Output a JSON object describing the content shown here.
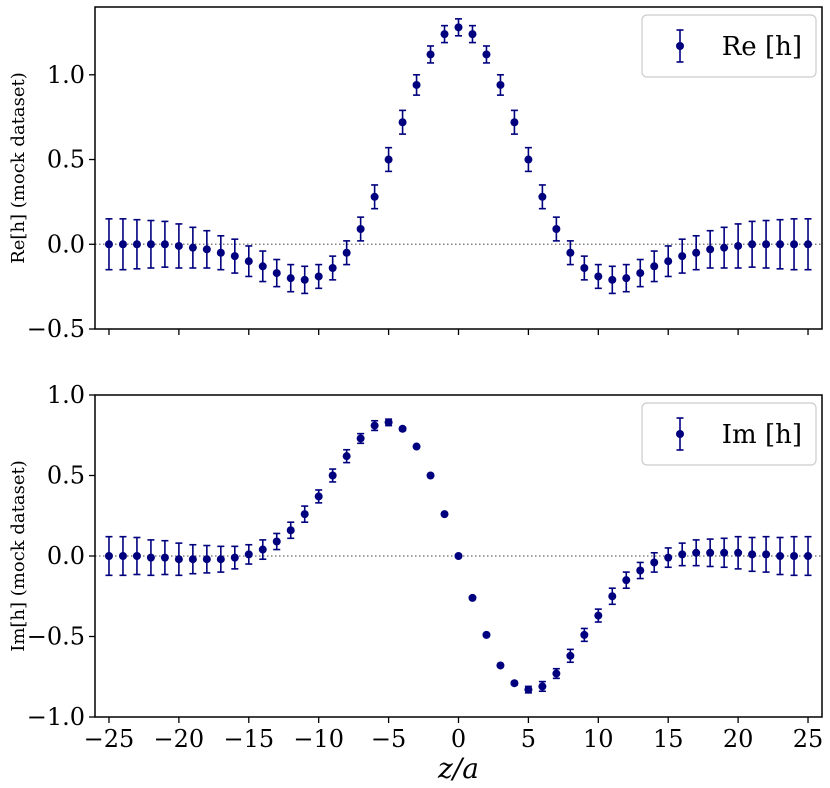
{
  "chart_data": [
    {
      "type": "scatter",
      "error_bars": true,
      "ylabel": "Re[h] (mock dataset)",
      "xlabel": "",
      "xlim": [
        -26,
        26
      ],
      "ylim": [
        -0.5,
        1.4
      ],
      "xticks": [
        -25,
        -20,
        -15,
        -10,
        -5,
        0,
        5,
        10,
        15,
        20,
        25
      ],
      "xtick_labels_visible": false,
      "yticks": [
        -0.5,
        0.0,
        0.5,
        1.0
      ],
      "ytick_labels": [
        "−0.5",
        "0.0",
        "0.5",
        "1.0"
      ],
      "reference_line": {
        "y": 0,
        "style": "dotted",
        "color": "#808080"
      },
      "legend": {
        "label": "Re [h]",
        "placement": "top-right"
      },
      "grid": false,
      "series": [
        {
          "name": "Re [h]",
          "color": "#00007f",
          "x": [
            -25,
            -24,
            -23,
            -22,
            -21,
            -20,
            -19,
            -18,
            -17,
            -16,
            -15,
            -14,
            -13,
            -12,
            -11,
            -10,
            -9,
            -8,
            -7,
            -6,
            -5,
            -4,
            -3,
            -2,
            -1,
            0,
            1,
            2,
            3,
            4,
            5,
            6,
            7,
            8,
            9,
            10,
            11,
            12,
            13,
            14,
            15,
            16,
            17,
            18,
            19,
            20,
            21,
            22,
            23,
            24,
            25
          ],
          "y": [
            0.0,
            0.0,
            0.0,
            0.0,
            0.0,
            -0.01,
            -0.02,
            -0.03,
            -0.05,
            -0.07,
            -0.1,
            -0.13,
            -0.17,
            -0.2,
            -0.21,
            -0.19,
            -0.14,
            -0.05,
            0.09,
            0.28,
            0.5,
            0.72,
            0.94,
            1.12,
            1.24,
            1.28,
            1.24,
            1.12,
            0.94,
            0.72,
            0.5,
            0.28,
            0.09,
            -0.05,
            -0.14,
            -0.19,
            -0.21,
            -0.2,
            -0.17,
            -0.13,
            -0.1,
            -0.07,
            -0.05,
            -0.03,
            -0.02,
            -0.01,
            0.0,
            0.0,
            0.0,
            0.0,
            0.0
          ],
          "yerr": [
            0.15,
            0.15,
            0.145,
            0.14,
            0.135,
            0.13,
            0.12,
            0.11,
            0.1,
            0.1,
            0.09,
            0.09,
            0.08,
            0.08,
            0.08,
            0.07,
            0.07,
            0.07,
            0.07,
            0.07,
            0.07,
            0.07,
            0.06,
            0.05,
            0.05,
            0.05,
            0.05,
            0.05,
            0.06,
            0.07,
            0.07,
            0.07,
            0.07,
            0.07,
            0.07,
            0.07,
            0.08,
            0.08,
            0.08,
            0.09,
            0.09,
            0.1,
            0.1,
            0.11,
            0.12,
            0.13,
            0.135,
            0.14,
            0.145,
            0.15,
            0.15
          ]
        }
      ]
    },
    {
      "type": "scatter",
      "error_bars": true,
      "ylabel": "Im[h] (mock dataset)",
      "xlabel": "z/a",
      "xlim": [
        -26,
        26
      ],
      "ylim": [
        -1.0,
        1.0
      ],
      "xticks": [
        -25,
        -20,
        -15,
        -10,
        -5,
        0,
        5,
        10,
        15,
        20,
        25
      ],
      "xtick_labels": [
        "−25",
        "−20",
        "−15",
        "−10",
        "−5",
        "0",
        "5",
        "10",
        "15",
        "20",
        "25"
      ],
      "yticks": [
        -1.0,
        -0.5,
        0.0,
        0.5,
        1.0
      ],
      "ytick_labels": [
        "−1.0",
        "−0.5",
        "0.0",
        "0.5",
        "1.0"
      ],
      "reference_line": {
        "y": 0,
        "style": "dotted",
        "color": "#808080"
      },
      "legend": {
        "label": "Im [h]",
        "placement": "top-right"
      },
      "grid": false,
      "series": [
        {
          "name": "Im [h]",
          "color": "#00007f",
          "x": [
            -25,
            -24,
            -23,
            -22,
            -21,
            -20,
            -19,
            -18,
            -17,
            -16,
            -15,
            -14,
            -13,
            -12,
            -11,
            -10,
            -9,
            -8,
            -7,
            -6,
            -5,
            -4,
            -3,
            -2,
            -1,
            0,
            1,
            2,
            3,
            4,
            5,
            6,
            7,
            8,
            9,
            10,
            11,
            12,
            13,
            14,
            15,
            16,
            17,
            18,
            19,
            20,
            21,
            22,
            23,
            24,
            25
          ],
          "y": [
            0.0,
            0.0,
            0.0,
            -0.01,
            -0.01,
            -0.02,
            -0.02,
            -0.02,
            -0.02,
            -0.01,
            0.01,
            0.04,
            0.09,
            0.16,
            0.26,
            0.37,
            0.5,
            0.62,
            0.73,
            0.81,
            0.83,
            0.79,
            0.68,
            0.5,
            0.26,
            0.0,
            -0.26,
            -0.49,
            -0.68,
            -0.79,
            -0.83,
            -0.81,
            -0.73,
            -0.62,
            -0.49,
            -0.37,
            -0.25,
            -0.15,
            -0.09,
            -0.04,
            -0.01,
            0.01,
            0.02,
            0.02,
            0.02,
            0.02,
            0.01,
            0.01,
            0.0,
            0.0,
            0.0
          ],
          "yerr": [
            0.12,
            0.12,
            0.115,
            0.11,
            0.105,
            0.1,
            0.09,
            0.085,
            0.08,
            0.07,
            0.06,
            0.06,
            0.05,
            0.05,
            0.05,
            0.04,
            0.04,
            0.04,
            0.03,
            0.03,
            0.02,
            0.01,
            0.0,
            0.0,
            0.0,
            0.0,
            0.0,
            0.0,
            0.0,
            0.01,
            0.02,
            0.03,
            0.03,
            0.04,
            0.04,
            0.04,
            0.05,
            0.05,
            0.05,
            0.06,
            0.06,
            0.07,
            0.08,
            0.085,
            0.09,
            0.1,
            0.105,
            0.11,
            0.115,
            0.12,
            0.12
          ]
        }
      ]
    }
  ]
}
